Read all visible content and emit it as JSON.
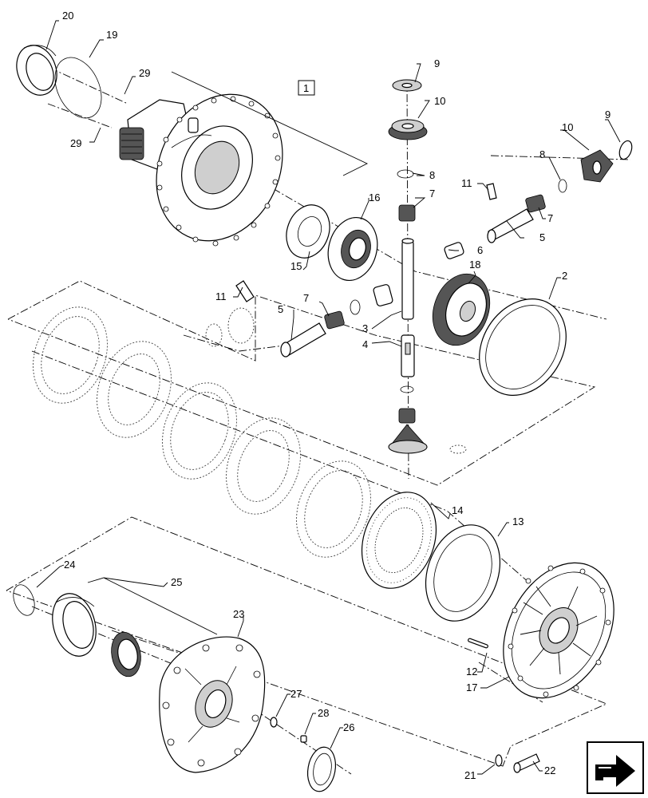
{
  "callouts": [
    {
      "id": "c20",
      "text": "20"
    },
    {
      "id": "c19",
      "text": "19"
    },
    {
      "id": "c29a",
      "text": "29"
    },
    {
      "id": "c29b",
      "text": "29"
    },
    {
      "id": "c1",
      "text": "1"
    },
    {
      "id": "c9a",
      "text": "9"
    },
    {
      "id": "c10a",
      "text": "10"
    },
    {
      "id": "c8a",
      "text": "8"
    },
    {
      "id": "c7a",
      "text": "7"
    },
    {
      "id": "c16",
      "text": "16"
    },
    {
      "id": "c15",
      "text": "15"
    },
    {
      "id": "c11a",
      "text": "11"
    },
    {
      "id": "c9b",
      "text": "9"
    },
    {
      "id": "c10b",
      "text": "10"
    },
    {
      "id": "c8b",
      "text": "8"
    },
    {
      "id": "c7b",
      "text": "7"
    },
    {
      "id": "c5a",
      "text": "5"
    },
    {
      "id": "c6",
      "text": "6"
    },
    {
      "id": "c18",
      "text": "18"
    },
    {
      "id": "c2",
      "text": "2"
    },
    {
      "id": "c11b",
      "text": "11"
    },
    {
      "id": "c7c",
      "text": "7"
    },
    {
      "id": "c5b",
      "text": "5"
    },
    {
      "id": "c3",
      "text": "3"
    },
    {
      "id": "c4",
      "text": "4"
    },
    {
      "id": "c14",
      "text": "14"
    },
    {
      "id": "c13",
      "text": "13"
    },
    {
      "id": "c24",
      "text": "24"
    },
    {
      "id": "c25",
      "text": "25"
    },
    {
      "id": "c23",
      "text": "23"
    },
    {
      "id": "c12",
      "text": "12"
    },
    {
      "id": "c17",
      "text": "17"
    },
    {
      "id": "c27",
      "text": "27"
    },
    {
      "id": "c28",
      "text": "28"
    },
    {
      "id": "c26",
      "text": "26"
    },
    {
      "id": "c21",
      "text": "21"
    },
    {
      "id": "c22",
      "text": "22"
    }
  ],
  "nav_icon": "next-page-arrow-icon"
}
